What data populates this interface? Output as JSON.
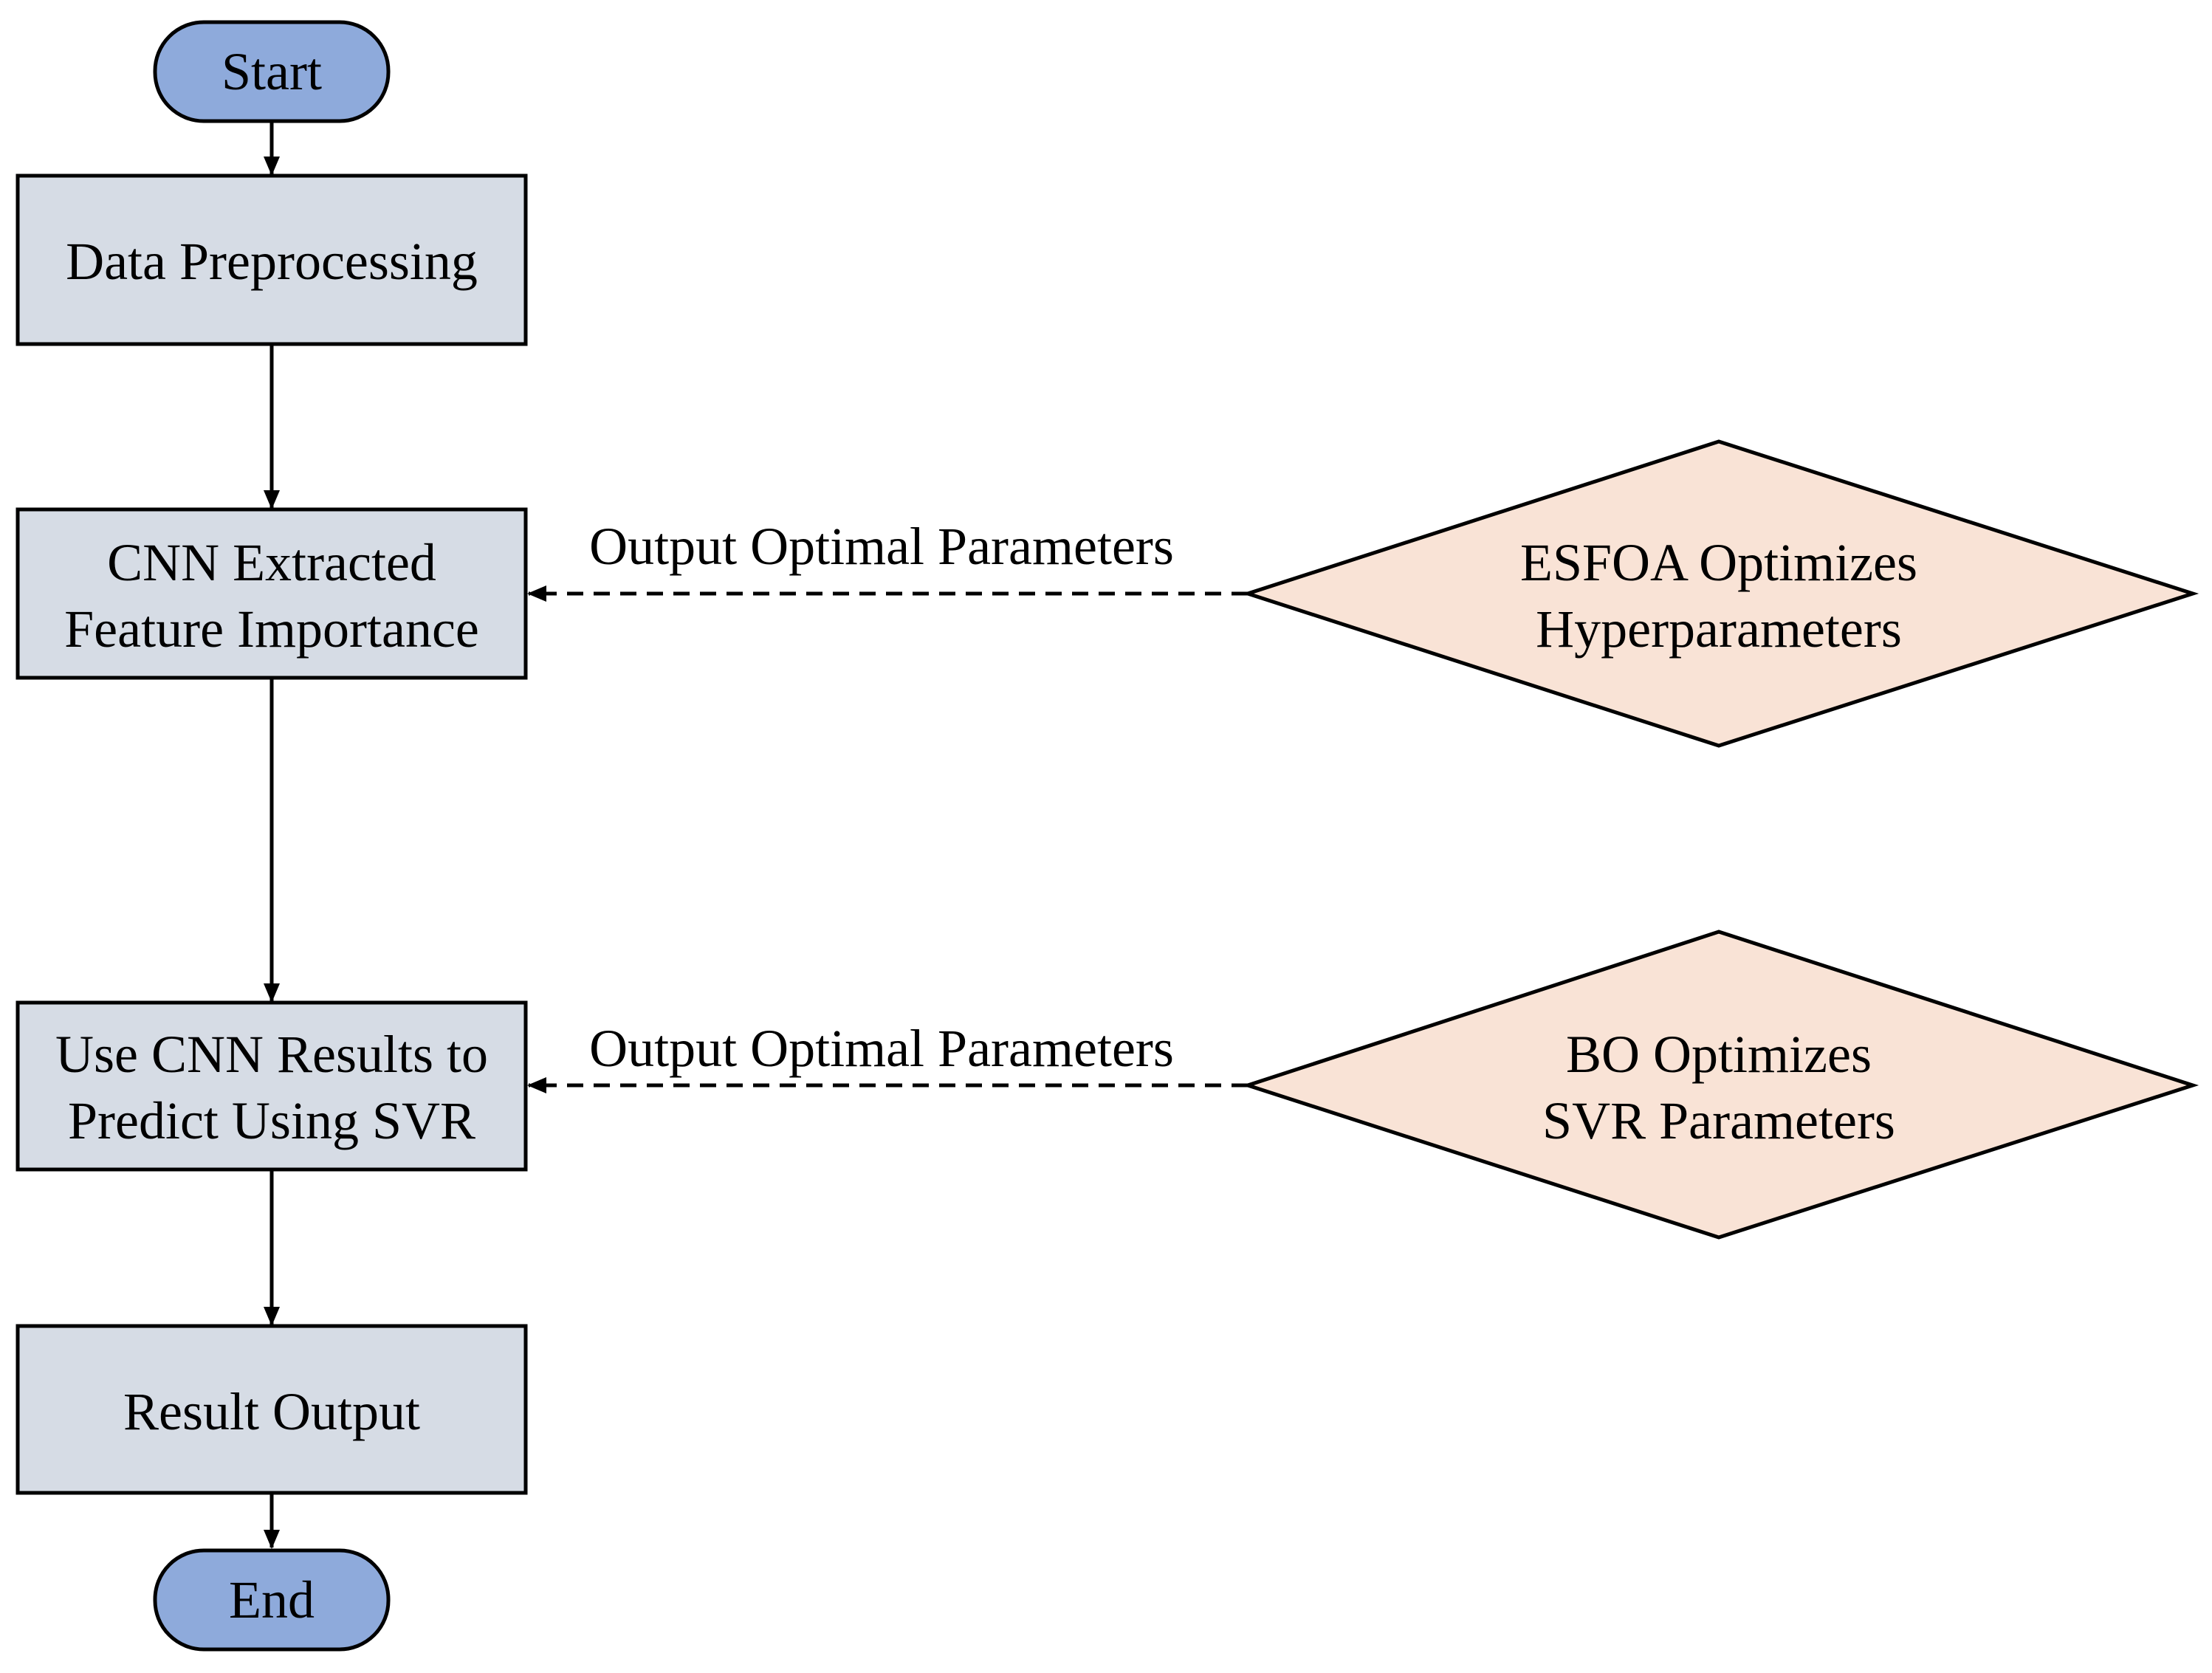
{
  "diagram": {
    "colors": {
      "terminal_fill": "#8eaadb",
      "process_fill": "#d6dce5",
      "decision_fill": "#f9e3d6",
      "stroke": "#000000",
      "background": "#ffffff"
    },
    "nodes": {
      "start": {
        "label": "Start"
      },
      "data_preprocessing": {
        "label": "Data Preprocessing"
      },
      "cnn_feature": {
        "line1": "CNN Extracted",
        "line2": "Feature Importance"
      },
      "cnn_svr": {
        "line1": "Use CNN Results to",
        "line2": "Predict Using SVR"
      },
      "result_output": {
        "label": "Result Output"
      },
      "end": {
        "label": "End"
      },
      "esfoa": {
        "line1": "ESFOA Optimizes",
        "line2": "Hyperparameters"
      },
      "bo": {
        "line1": "BO Optimizes",
        "line2": "SVR Parameters"
      }
    },
    "edges": {
      "esfoa_to_cnn_label": "Output Optimal Parameters",
      "bo_to_svr_label": "Output Optimal Parameters"
    }
  }
}
